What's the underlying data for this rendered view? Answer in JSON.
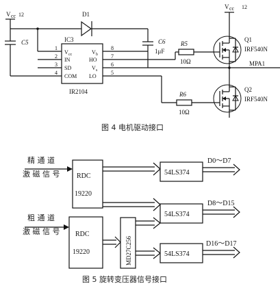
{
  "figure4": {
    "caption": "图 4  电机驱动接口",
    "vcc_left": "V",
    "vcc_left_sub": "cc",
    "vcc_left_val": "12",
    "vcc_right": "V",
    "vcc_right_sub": "cc",
    "vcc_right_val": "12",
    "c5": "C5",
    "d1": "D1",
    "ic3": "IC3",
    "ic_pins_left": [
      "V",
      "IN",
      "SD",
      "COM"
    ],
    "ic_pin_vcc_sub": "cc",
    "ic_pins_right": [
      "V",
      "HO",
      "V",
      "LO"
    ],
    "ic_pin_vb_sub": "b",
    "ic_pin_vs_sub": "s",
    "pin_nums_left": [
      "1",
      "2",
      "3",
      "4"
    ],
    "pin_nums_right": [
      "8",
      "7",
      "6",
      "5"
    ],
    "ic_name": "IR2104",
    "c6": "C6",
    "c6_val": "1μF",
    "r5": "R5",
    "r5_val": "10Ω",
    "r6": "R6",
    "r6_val": "10Ω",
    "q1": "Q1",
    "q1_part": "IRF540N",
    "q2": "Q2",
    "q2_part": "IRF540N",
    "mpa1": "MPA1"
  },
  "figure5": {
    "caption": "图 5  旋转变压器信号接口",
    "fine_label_1": "精 通 道",
    "fine_label_2": "激 磁 信 号",
    "coarse_label_1": "粗 通 道",
    "coarse_label_2": "激 磁 信 号",
    "rdc1_line1": "RDC",
    "rdc1_line2": "19220",
    "rdc2_line1": "RDC",
    "rdc2_line2": "19220",
    "md": "MD27C256",
    "latch1": "54LS374",
    "latch2": "54LS374",
    "latch3": "54LS374",
    "out1": "D0～D7",
    "out2": "D8～D15",
    "out3": "D16～D17"
  }
}
